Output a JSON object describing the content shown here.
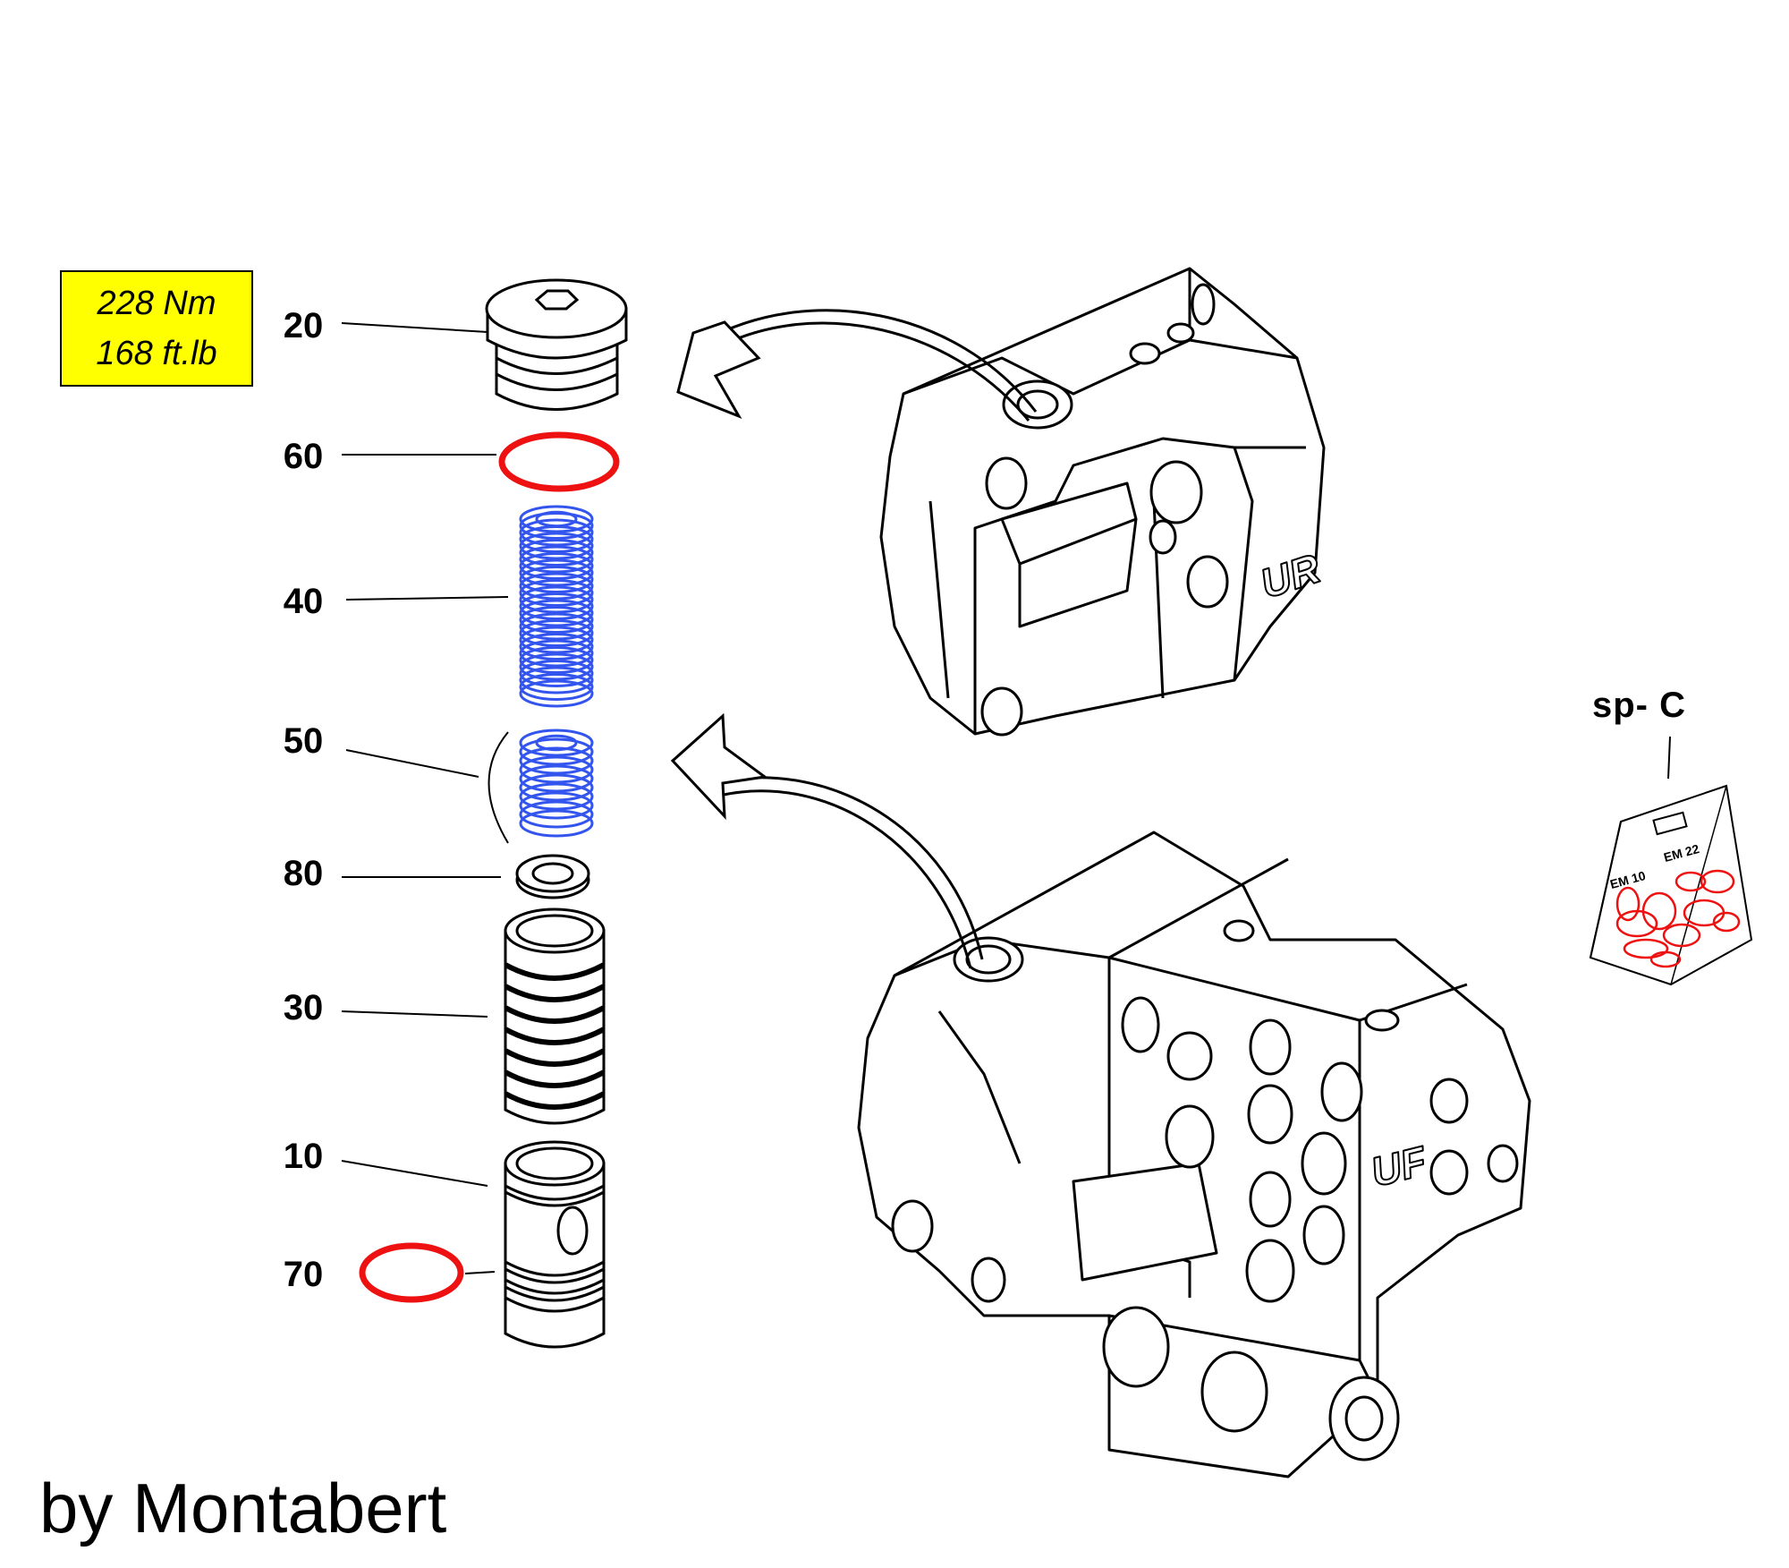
{
  "torque": {
    "line1": "228 Nm",
    "line2": "168 ft.lb"
  },
  "callouts": [
    {
      "id": "20",
      "text": "20"
    },
    {
      "id": "60",
      "text": "60"
    },
    {
      "id": "40",
      "text": "40"
    },
    {
      "id": "50",
      "text": "50"
    },
    {
      "id": "80",
      "text": "80"
    },
    {
      "id": "30",
      "text": "30"
    },
    {
      "id": "10",
      "text": "10"
    },
    {
      "id": "70",
      "text": "70"
    }
  ],
  "blocks": {
    "upper": "UR",
    "lower": "UF"
  },
  "kit": {
    "label": "sp- C",
    "tag_left": "EM 10",
    "tag_right": "EM 22"
  },
  "credit": "by Montabert",
  "colors": {
    "seal": "#ee1111",
    "spring": "#3355ee",
    "torque_bg": "#ffff00",
    "line": "#000000"
  }
}
